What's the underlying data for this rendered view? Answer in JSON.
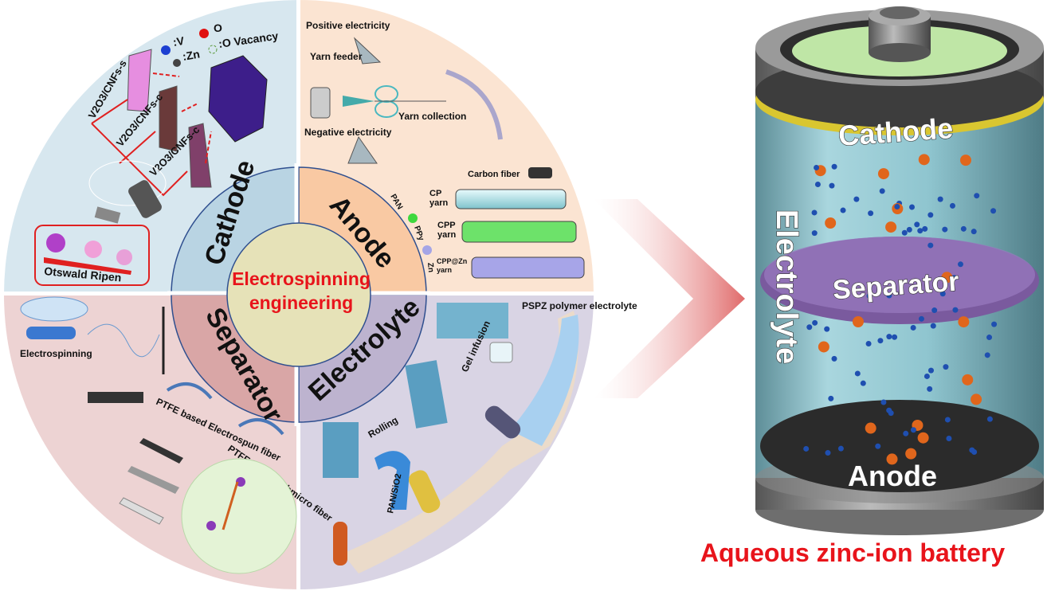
{
  "center": {
    "line1": "Electrospinning",
    "line2": "engineering"
  },
  "quadrants": {
    "cathode": {
      "title": "Cathode",
      "legend": {
        "v": ":V",
        "o": "O",
        "zn": ":Zn",
        "vacancy": ":O Vacancy"
      },
      "samples": [
        "V2O3/CNFs-s",
        "V2O3/CNFs-c",
        "V2O3/CNFs-c"
      ],
      "ripening": "Otswald Ripen"
    },
    "anode": {
      "title": "Anode",
      "labels": {
        "positive": "Positive electricity",
        "feeder": "Yarn feeder",
        "collection": "Yarn collection",
        "negative": "Negative electricity"
      },
      "materials": [
        "PAN",
        "PPy",
        "Zn"
      ],
      "yarns": [
        "Carbon fiber",
        "CP yarn",
        "CPP yarn",
        "CPP@Zn yarn"
      ]
    },
    "separator": {
      "title": "Separator",
      "labels": {
        "process": "Electrospinning",
        "fiber1": "PTFE based Electrospun fiber",
        "fiber2": "PTFE based Submicro fiber"
      }
    },
    "electrolyte": {
      "title": "Electrolyte",
      "labels": {
        "rolling": "Rolling",
        "material": "PAN/SiO2",
        "gel": "Gel infusion",
        "product": "PSPZ polymer electrolyte"
      }
    }
  },
  "battery": {
    "cathode": "Cathode",
    "electrolyte": "Electrolyte",
    "separator": "Separator",
    "anode": "Anode",
    "caption": "Aqueous zinc-ion battery"
  },
  "colors": {
    "accent_red": "#e8141b",
    "cathode_bg": "#d7e7ef",
    "anode_bg": "#fbe4d2",
    "separator_bg": "#edd3d3",
    "electrolyte_bg": "#d9d4e4",
    "zn_ion": "#1f4fb0",
    "ion_orange": "#e0661c"
  }
}
